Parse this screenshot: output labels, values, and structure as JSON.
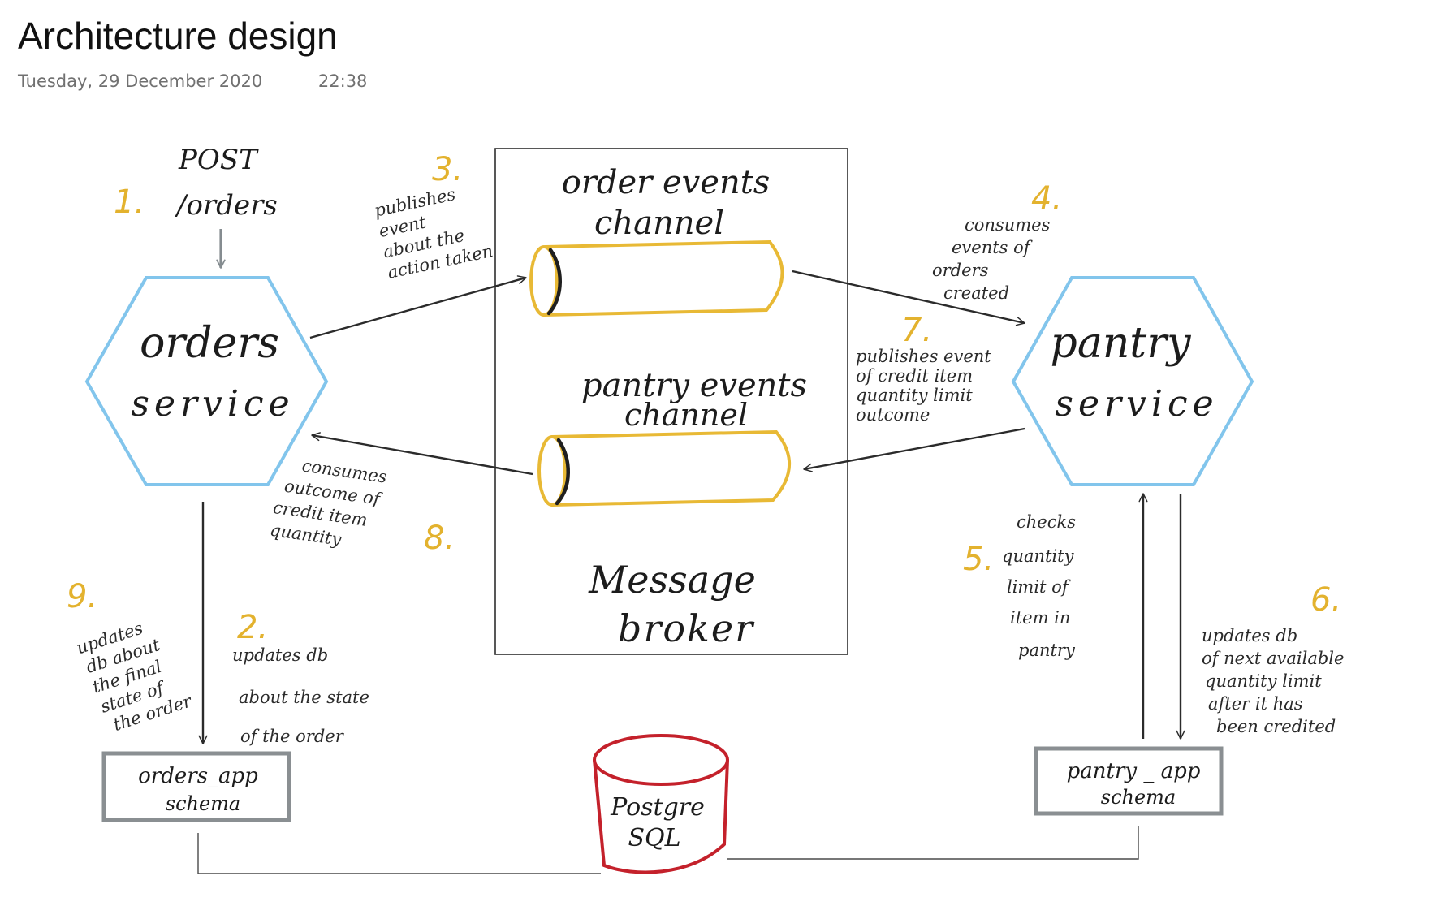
{
  "page": {
    "title": "Architecture design",
    "date": "Tuesday, 29 December 2020",
    "time": "22:38"
  },
  "colors": {
    "service_hexagon": "#82c5ec",
    "channel_cylinder": "#e8b935",
    "database": "#c4212b",
    "schema_box": "#8a8f92",
    "step_number": "#e3b22e",
    "ink": "#1c1c1c"
  },
  "request": {
    "method": "POST",
    "path": "/orders"
  },
  "services": {
    "orders": {
      "line1": "orders",
      "line2": "service"
    },
    "pantry": {
      "line1": "pantry",
      "line2": "service"
    }
  },
  "broker": {
    "order_channel": {
      "line1": "order events",
      "line2": "channel"
    },
    "pantry_channel": {
      "line1": "pantry events",
      "line2": "channel"
    },
    "label_line1": "Message",
    "label_line2": "broker"
  },
  "schemas": {
    "orders": {
      "line1": "orders_app",
      "line2": "schema"
    },
    "pantry": {
      "line1": "pantry _ app",
      "line2": "schema"
    }
  },
  "database": {
    "line1": "Postgre",
    "line2": "SQL"
  },
  "steps": [
    {
      "number": "1.",
      "lines": []
    },
    {
      "number": "2.",
      "lines": [
        "updates db",
        "about the state",
        "of the order"
      ]
    },
    {
      "number": "3.",
      "lines": [
        "publishes",
        "event",
        "about the",
        "action taken"
      ]
    },
    {
      "number": "4.",
      "lines": [
        "consumes",
        "events of",
        "orders",
        "created"
      ]
    },
    {
      "number": "5.",
      "lines": [
        "checks",
        "quantity",
        "limit of",
        "item in",
        "pantry"
      ]
    },
    {
      "number": "6.",
      "lines": [
        "updates db",
        "of next available",
        "quantity limit",
        "after it has",
        "been credited"
      ]
    },
    {
      "number": "7.",
      "lines": [
        "publishes event",
        "of credit item",
        "quantity limit",
        "outcome"
      ]
    },
    {
      "number": "8.",
      "lines": [
        "consumes",
        "outcome of",
        "credit item",
        "quantity"
      ]
    },
    {
      "number": "9.",
      "lines": [
        "updates",
        "db about",
        "the final",
        "state of",
        "the order"
      ]
    }
  ]
}
